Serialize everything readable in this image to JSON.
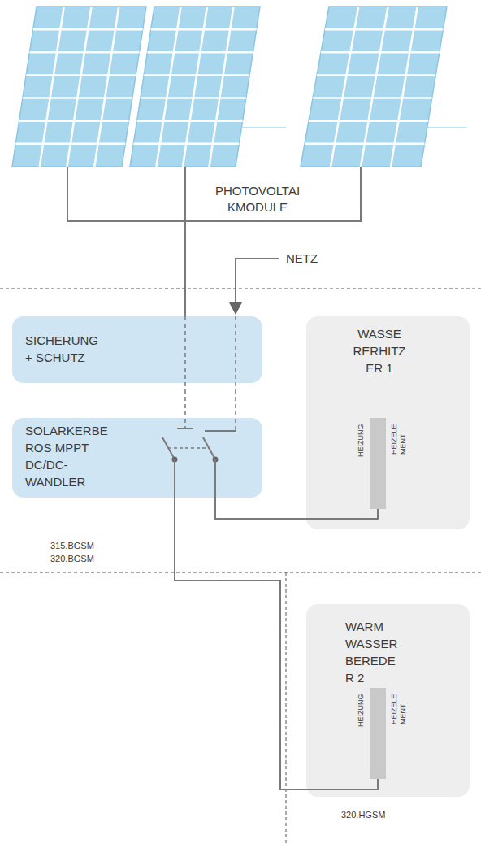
{
  "diagram": {
    "nodes": [
      {
        "text": [
          "SICHERUNG + SCHUTZ"
        ]
      },
      {
        "text": [
          "SOLARKERBE ROS MPPT DC/DC- WANDLER"
        ]
      },
      {
        "text": [
          "WASSE RERHITZ ER 1"
        ]
      },
      {
        "text": [
          "HEIZUNG",
          "HEIZELE MENT"
        ],
        "in": 2
      },
      {
        "text": [
          "WARM WASSER BEREDE R 2"
        ]
      },
      {
        "text": [
          "HEIZUNG",
          "HEIZELE MENT"
        ],
        "in": 4
      }
    ],
    "edges": [
      {
        "from": 1,
        "to": 3,
        "arrow": "none"
      },
      {
        "from": 1,
        "to": 5,
        "arrow": "none"
      }
    ],
    "labels": [
      "PHOTOVOLTAI KMODULE",
      "NETZ",
      "315.BGSM",
      "320.BGSM",
      "320.HGSM"
    ]
  }
}
